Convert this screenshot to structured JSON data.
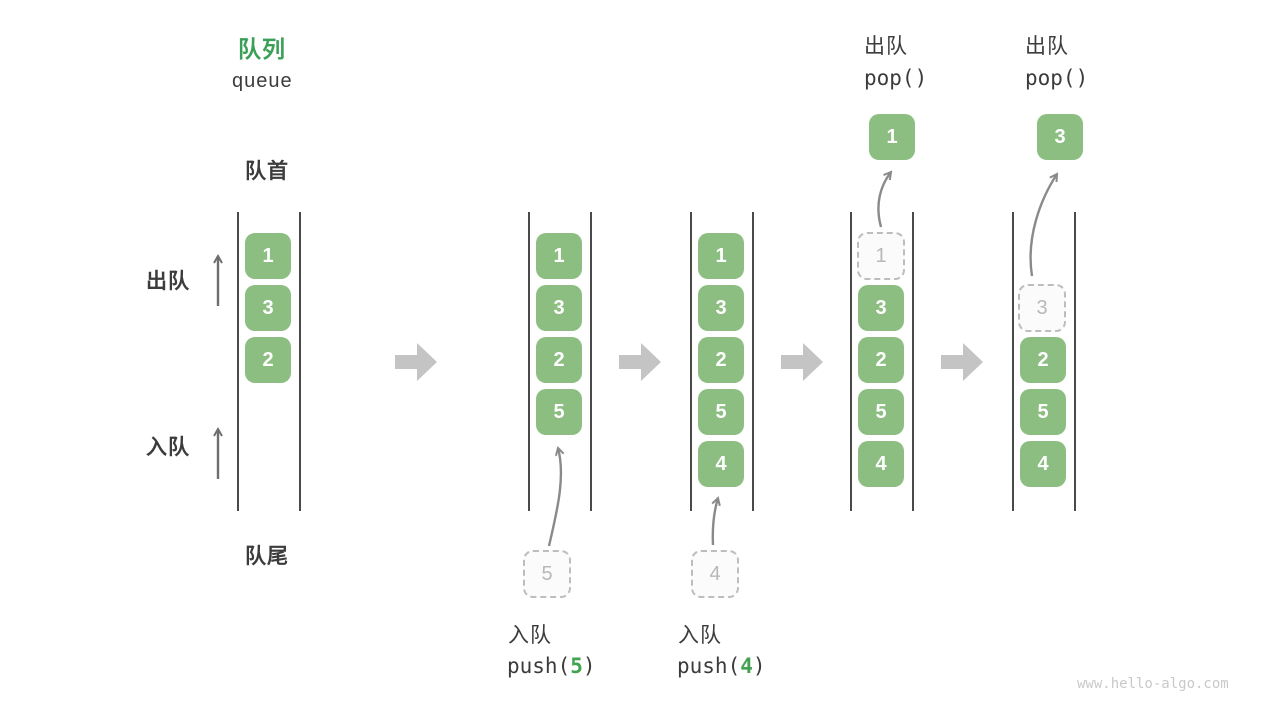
{
  "title": {
    "zh": "队列",
    "en": "queue"
  },
  "side_labels": {
    "front": "队首",
    "rear": "队尾",
    "dequeue": "出队",
    "enqueue": "入队"
  },
  "colors": {
    "cell_green": "#8cbe82",
    "accent_green": "#42a24f",
    "title_green": "#3aa057",
    "dark_text": "#3c3c3c",
    "code_text": "#3b3b3b",
    "ghost_text": "#b8b8b8",
    "ghost_border": "#bdbdbd",
    "wall_line": "#4a4a4a",
    "arrow_gray": "#8a8a8a",
    "side_arrow_gray": "#6e6e6e",
    "block_arrow_gray": "#c4c4c4",
    "watermark_gray": "#c9c9c9"
  },
  "icons": {
    "flow_arrow": "block-arrow-right",
    "push_arrow": "curved-arrow-up",
    "pop_arrow": "curved-arrow-up",
    "dequeue_direction": "arrow-up",
    "enqueue_direction": "arrow-up"
  },
  "states": [
    {
      "cells": [
        "1",
        "3",
        "2"
      ]
    },
    {
      "cells": [
        "1",
        "3",
        "2",
        "5"
      ],
      "staged": "5",
      "op": {
        "zh": "入队",
        "fn": "push(",
        "arg": "5",
        "close": ")"
      }
    },
    {
      "cells": [
        "1",
        "3",
        "2",
        "5",
        "4"
      ],
      "staged": "4",
      "op": {
        "zh": "入队",
        "fn": "push(",
        "arg": "4",
        "close": ")"
      }
    },
    {
      "ghost": "1",
      "cells": [
        "3",
        "2",
        "5",
        "4"
      ],
      "popped": "1",
      "op": {
        "zh": "出队",
        "fn": "pop()"
      }
    },
    {
      "ghost": "3",
      "cells": [
        "2",
        "5",
        "4"
      ],
      "popped": "3",
      "op": {
        "zh": "出队",
        "fn": "pop()"
      }
    }
  ],
  "watermark": "www.hello-algo.com"
}
